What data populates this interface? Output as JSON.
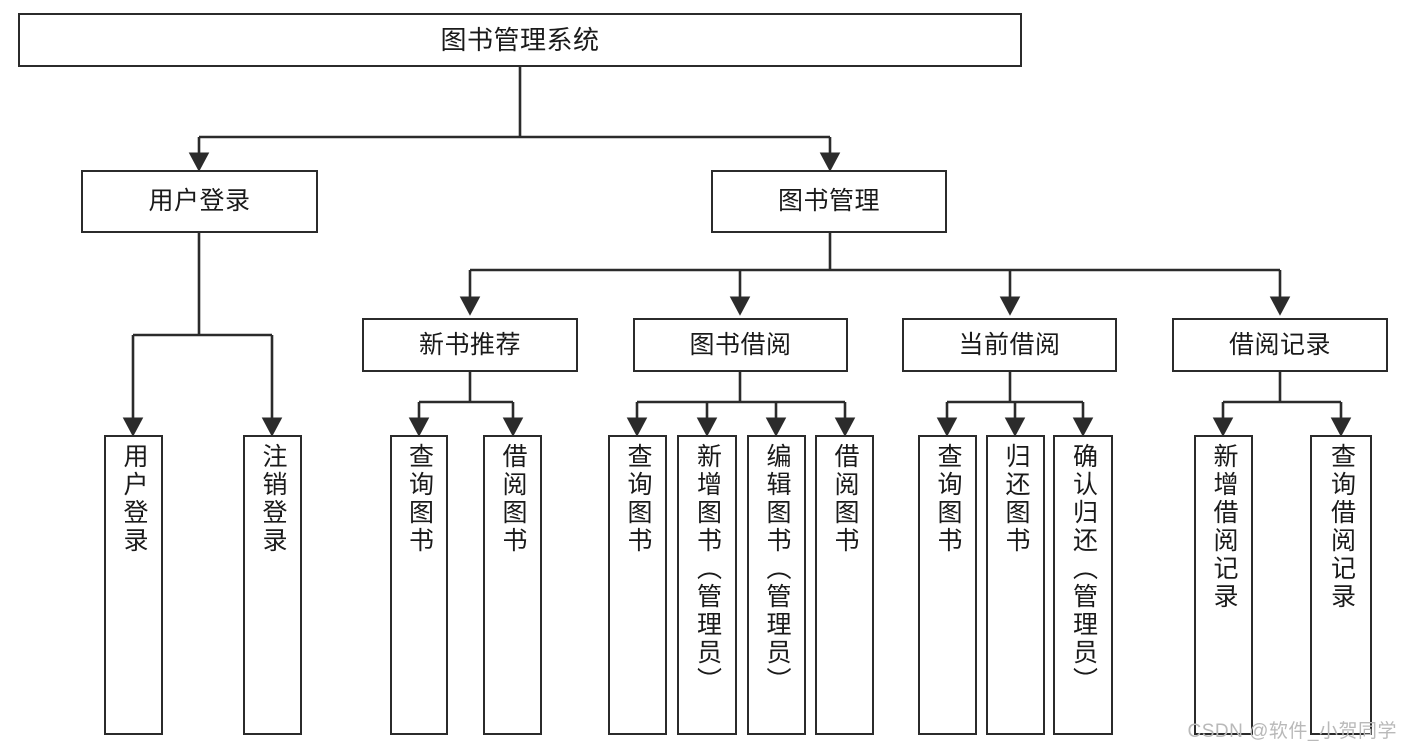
{
  "diagram": {
    "type": "tree-hierarchy-chart",
    "title": "图书管理系统",
    "colors": {
      "box_border": "#2b2b2b",
      "box_fill": "#ffffff",
      "connector": "#2b2b2b",
      "background": "#ffffff",
      "watermark": "#b9b9b9"
    },
    "root": {
      "label": "图书管理系统"
    },
    "level2": [
      {
        "id": "user-login",
        "label": "用户登录"
      },
      {
        "id": "book-management",
        "label": "图书管理"
      }
    ],
    "level3": [
      {
        "id": "new-book-recommend",
        "label": "新书推荐"
      },
      {
        "id": "book-borrow",
        "label": "图书借阅"
      },
      {
        "id": "current-borrow",
        "label": "当前借阅"
      },
      {
        "id": "borrow-record",
        "label": "借阅记录"
      }
    ],
    "leaves": {
      "user_login": [
        {
          "id": "leaf-user-login",
          "label": "用户登录"
        },
        {
          "id": "leaf-logout-login",
          "label": "注销登录"
        }
      ],
      "new_book_recommend": [
        {
          "id": "leaf-query-book-1",
          "label": "查询图书"
        },
        {
          "id": "leaf-borrow-book-1",
          "label": "借阅图书"
        }
      ],
      "book_borrow": [
        {
          "id": "leaf-query-book-2",
          "label": "查询图书"
        },
        {
          "id": "leaf-add-book",
          "label": "新增图书（管理员）"
        },
        {
          "id": "leaf-edit-book",
          "label": "编辑图书（管理员）"
        },
        {
          "id": "leaf-borrow-book-2",
          "label": "借阅图书"
        }
      ],
      "current_borrow": [
        {
          "id": "leaf-query-book-3",
          "label": "查询图书"
        },
        {
          "id": "leaf-return-book",
          "label": "归还图书"
        },
        {
          "id": "leaf-confirm-return",
          "label": "确认归还（管理员）"
        }
      ],
      "borrow_record": [
        {
          "id": "leaf-add-record",
          "label": "新增借阅记录"
        },
        {
          "id": "leaf-query-record",
          "label": "查询借阅记录"
        }
      ]
    }
  },
  "watermark": {
    "text": "CSDN @软件_小贺同学"
  }
}
